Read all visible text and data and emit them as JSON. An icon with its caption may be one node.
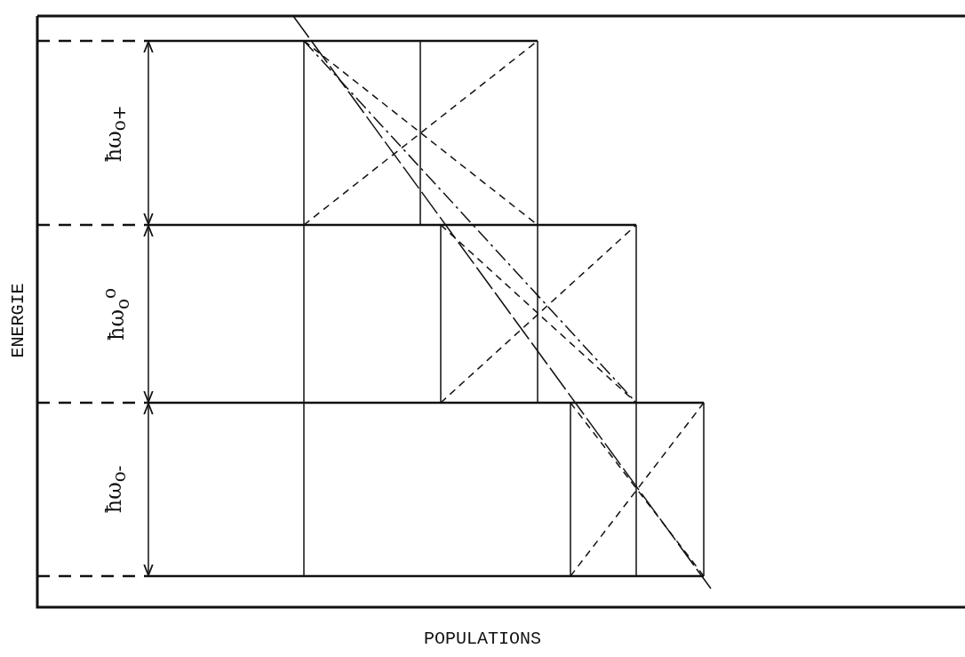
{
  "diagram": {
    "labels": [
      "ħω$_{o+}$",
      "ħω$_{o}$$^{o}$",
      "ħω$_{o-}$",
      "ENERGIE",
      "POPULATIONS"
    ]
  }
}
